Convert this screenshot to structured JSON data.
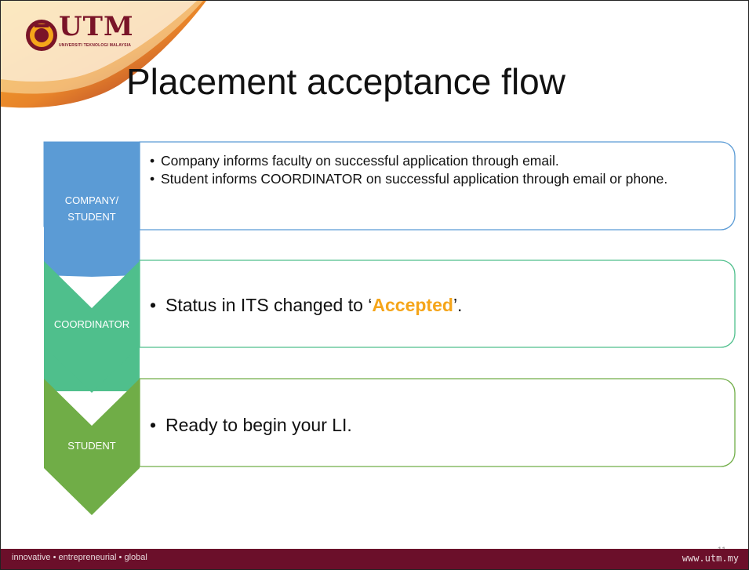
{
  "logo": {
    "name": "UTM",
    "subtitle": "UNIVERSITI TEKNOLOGI MALAYSIA"
  },
  "slide": {
    "title": "Placement acceptance flow",
    "page_number": "11"
  },
  "steps": [
    {
      "label_lines": [
        "COMPANY/",
        "STUDENT"
      ],
      "color": "#5b9bd5",
      "bullets": [
        "Company informs faculty on successful application through email.",
        "Student informs COORDINATOR on successful application through email or phone."
      ]
    },
    {
      "label_lines": [
        "COORDINATOR"
      ],
      "color": "#4fbf8c",
      "bullet_prefix": "Status in ITS changed to ‘",
      "bullet_highlight": "Accepted",
      "bullet_suffix": "’."
    },
    {
      "label_lines": [
        "STUDENT"
      ],
      "color": "#70ad47",
      "bullets": [
        "Ready to begin your LI."
      ]
    }
  ],
  "footer": {
    "tagline": "innovative • entrepreneurial • global",
    "url": "www.utm.my"
  },
  "colors": {
    "maroon": "#6b0f2a",
    "accent": "#f5a51a",
    "box_border": "#5b9bd5"
  }
}
